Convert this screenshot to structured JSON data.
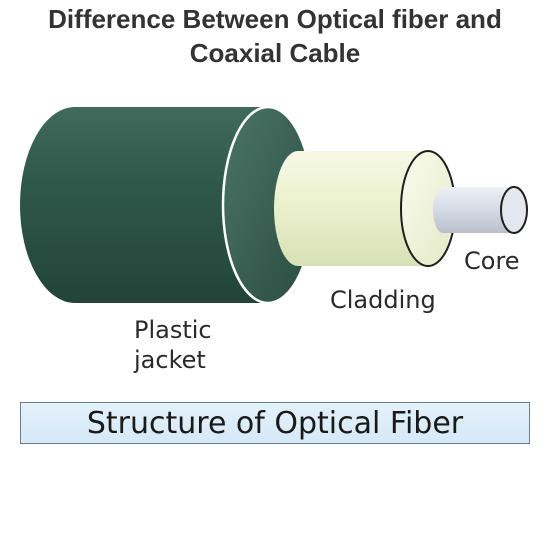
{
  "title": {
    "line1": "Difference Between Optical fiber and",
    "line2": "Coaxial Cable"
  },
  "diagram": {
    "labels": {
      "core": "Core",
      "cladding": "Cladding",
      "jacket_line1": "Plastic",
      "jacket_line2": "jacket"
    },
    "caption": "Structure of Optical Fiber"
  },
  "colors": {
    "jacket": "#2d5448",
    "cladding": "#eef3d6",
    "core": "#d9dde6",
    "caption_bg": "#ddeefa"
  }
}
